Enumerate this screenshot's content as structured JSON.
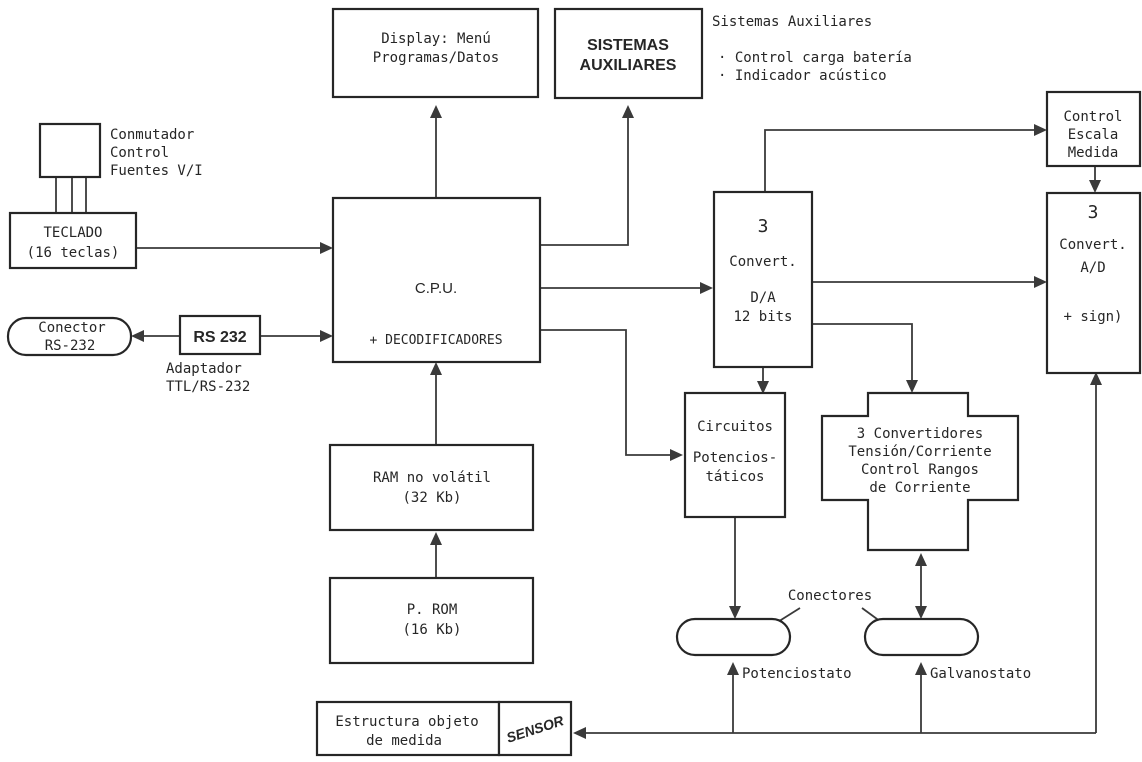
{
  "display": {
    "line1": "Display: Menú",
    "line2": "Programas/Datos"
  },
  "sistemas": {
    "line1": "SISTEMAS",
    "line2": "AUXILIARES"
  },
  "aux_note": {
    "title": "Sistemas Auxiliares",
    "item1": "· Control carga batería",
    "item2": "· Indicador acústico"
  },
  "conmutador": {
    "line1": "Conmutador",
    "line2": "Control",
    "line3": "Fuentes V/I"
  },
  "teclado": {
    "line1": "TECLADO",
    "line2": "(16 teclas)"
  },
  "cpu": {
    "line1": "C.P.U.",
    "line2": "+ DECODIFICADORES"
  },
  "conector_rs": {
    "line1": "Conector",
    "line2": "RS-232"
  },
  "rs232": {
    "label": "RS 232"
  },
  "adaptador": {
    "line1": "Adaptador",
    "line2": "TTL/RS-232"
  },
  "ram": {
    "line1": "RAM no volátil",
    "line2": "(32 Kb)"
  },
  "prom": {
    "line1": "P. ROM",
    "line2": "(16 Kb)"
  },
  "da": {
    "line1": "3",
    "line2": "Convert.",
    "line3": "D/A",
    "line4": "12 bits"
  },
  "control_escala": {
    "line1": "Control",
    "line2": "Escala",
    "line3": "Medida"
  },
  "ad": {
    "line1": "3",
    "line2": "Convert.",
    "line3": "A/D",
    "line4": "+ sign)"
  },
  "circuitos": {
    "line1": "Circuitos",
    "line2": "Potencios-",
    "line3": "táticos"
  },
  "convertidores": {
    "line1": "3 Convertidores",
    "line2": "Tensión/Corriente",
    "line3": "Control Rangos",
    "line4": "de Corriente"
  },
  "conectores": {
    "label": "Conectores"
  },
  "potenciostato": {
    "label": "Potenciostato"
  },
  "galvanostato": {
    "label": "Galvanostato"
  },
  "estructura": {
    "line1": "Estructura objeto",
    "line2": "de medida"
  },
  "sensor": {
    "label": "SENSOR"
  }
}
